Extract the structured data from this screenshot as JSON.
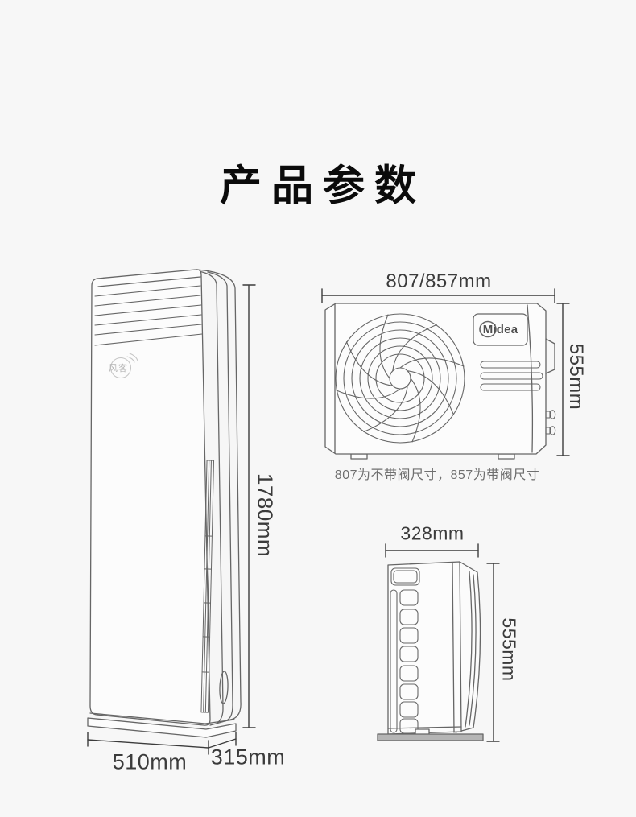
{
  "page": {
    "title": "产品参数"
  },
  "indoor_unit": {
    "logo_text": "风客",
    "height_label": "1780mm",
    "width_label": "510mm",
    "depth_label": "315mm"
  },
  "outdoor_unit_front": {
    "width_label": "807/857mm",
    "height_label": "555mm",
    "brand_label": "Midea",
    "note": "807为不带阀尺寸，857为带阀尺寸"
  },
  "outdoor_unit_side": {
    "width_label": "328mm",
    "height_label": "555mm"
  },
  "colors": {
    "background": "#f7f7f7",
    "drawing_line": "#666666",
    "dimension_line": "#3c3c3c",
    "note_text": "#6f6f6f",
    "base_fill": "#b5b5b5"
  }
}
